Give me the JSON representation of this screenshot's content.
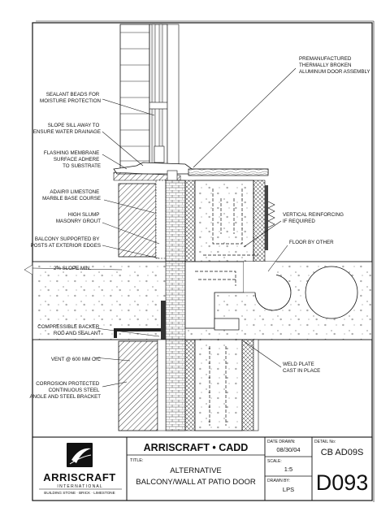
{
  "drawing": {
    "left_notes": [
      {
        "id": "sealant",
        "lines": [
          "SEALANT BEADS FOR",
          "MOISTURE PROTECTION"
        ]
      },
      {
        "id": "slope_sill",
        "lines": [
          "SLOPE SILL AWAY TO",
          "ENSURE WATER DRAINAGE"
        ]
      },
      {
        "id": "flashing",
        "lines": [
          "FLASHING MEMBRANE",
          "SURFACE ADHERE",
          "TO SUBSTRATE"
        ]
      },
      {
        "id": "adair",
        "lines": [
          "ADAIR® LIMESTONE",
          "MARBLE BASE COURSE"
        ]
      },
      {
        "id": "grout",
        "lines": [
          "HIGH SLUMP",
          "MASONRY GROUT"
        ]
      },
      {
        "id": "balcony",
        "lines": [
          "BALCONY SUPPORTED BY",
          "POSTS AT EXTERIOR EDGES"
        ]
      },
      {
        "id": "slope",
        "lines": [
          "2% SLOPE MIN."
        ]
      },
      {
        "id": "backer",
        "lines": [
          "COMPRESSIBLE BACKER",
          "ROD AND SEALANT"
        ]
      },
      {
        "id": "vent",
        "lines": [
          "VENT @ 600 MM O/C"
        ]
      },
      {
        "id": "angle",
        "lines": [
          "CORROSION PROTECTED",
          "CONTINUOUS STEEL",
          "ANGLE AND STEEL BRACKET"
        ]
      }
    ],
    "right_notes": [
      {
        "id": "door",
        "lines": [
          "PREMANUFACTURED",
          "THERMALLY BROKEN",
          "ALUMINUM DOOR ASSEMBLY"
        ]
      },
      {
        "id": "reinforcing",
        "lines": [
          "VERTICAL REINFORCING",
          "IF REQUIRED"
        ]
      },
      {
        "id": "floor",
        "lines": [
          "FLOOR BY OTHER"
        ]
      },
      {
        "id": "weld",
        "lines": [
          "WELD PLATE",
          "CAST IN PLACE"
        ]
      }
    ]
  },
  "title_block": {
    "company_name": "ARRISCRAFT",
    "company_sub": "I N T E R N A T I O N A L",
    "company_tagline": "BUILDING STONE · BRICK · LIMESTONE",
    "header": "ARRISCRAFT • CADD",
    "title_label": "TITLE:",
    "title_line1": "ALTERNATIVE",
    "title_line2": "BALCONY/WALL AT PATIO DOOR",
    "date_label": "DATE DRAWN:",
    "date_value": "08/30/04",
    "scale_label": "SCALE:",
    "scale_value": "1:5",
    "drawn_label": "DRAWN BY:",
    "drawn_value": "LPS",
    "detail_label": "DETAIL No:",
    "detail_code": "CB AD09S",
    "detail_number": "D093"
  }
}
